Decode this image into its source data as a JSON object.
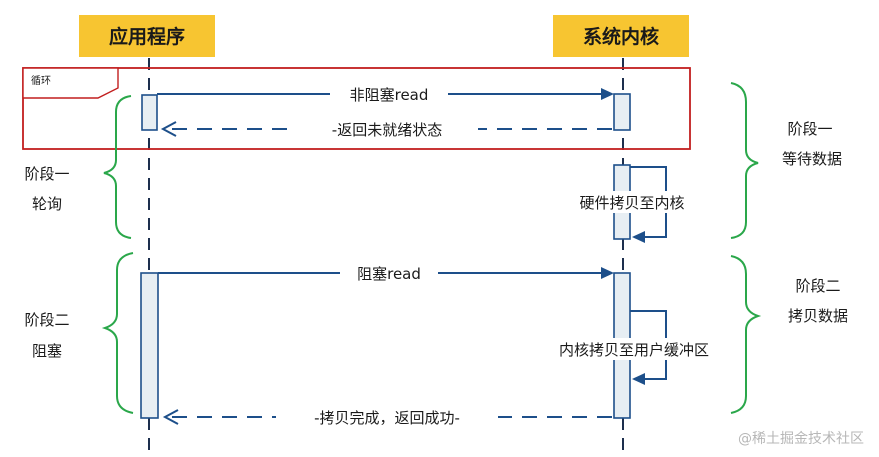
{
  "actors": {
    "app": "应用程序",
    "kernel": "系统内核"
  },
  "loop_label": "循环",
  "messages": {
    "nonblocking_read": "非阻塞read",
    "not_ready": "-返回未就绪状态",
    "hardware_copy": "硬件拷贝至内核",
    "blocking_read": "阻塞read",
    "kernel_copy": "内核拷贝至用户缓冲区",
    "copy_done": "-拷贝完成，返回成功-"
  },
  "phases": {
    "left_one_line1": "阶段一",
    "left_one_line2": "轮询",
    "left_two_line1": "阶段二",
    "left_two_line2": "阻塞",
    "right_one_line1": "阶段一",
    "right_one_line2": "等待数据",
    "right_two_line1": "阶段二",
    "right_two_line2": "拷贝数据"
  },
  "watermark": "@稀土掘金技术社区",
  "colors": {
    "actor_fill": "#f7c531",
    "arrow": "#1d4f8a",
    "loop_frame": "#c21f1f",
    "brace": "#2aa74a"
  }
}
